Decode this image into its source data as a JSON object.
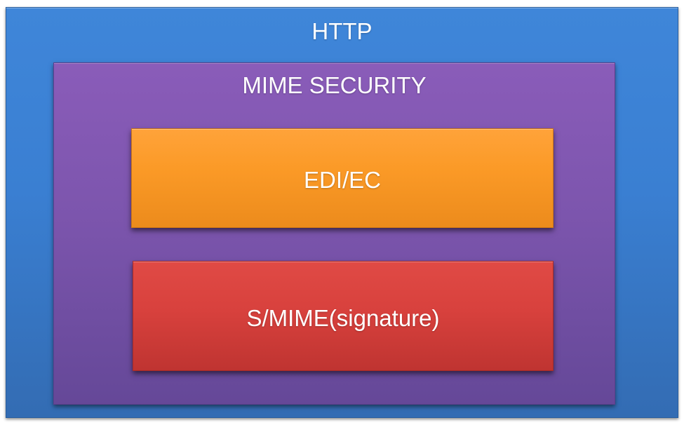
{
  "diagram": {
    "layers": [
      {
        "id": "http",
        "label": "HTTP",
        "color": "#3a7fd2"
      },
      {
        "id": "mime-security",
        "label": "MIME SECURITY",
        "color": "#7c55ad"
      },
      {
        "id": "edi-ec",
        "label": "EDI/EC",
        "color": "#fb9a27"
      },
      {
        "id": "smime",
        "label": "S/MIME(signature)",
        "color": "#d8413d"
      }
    ]
  }
}
